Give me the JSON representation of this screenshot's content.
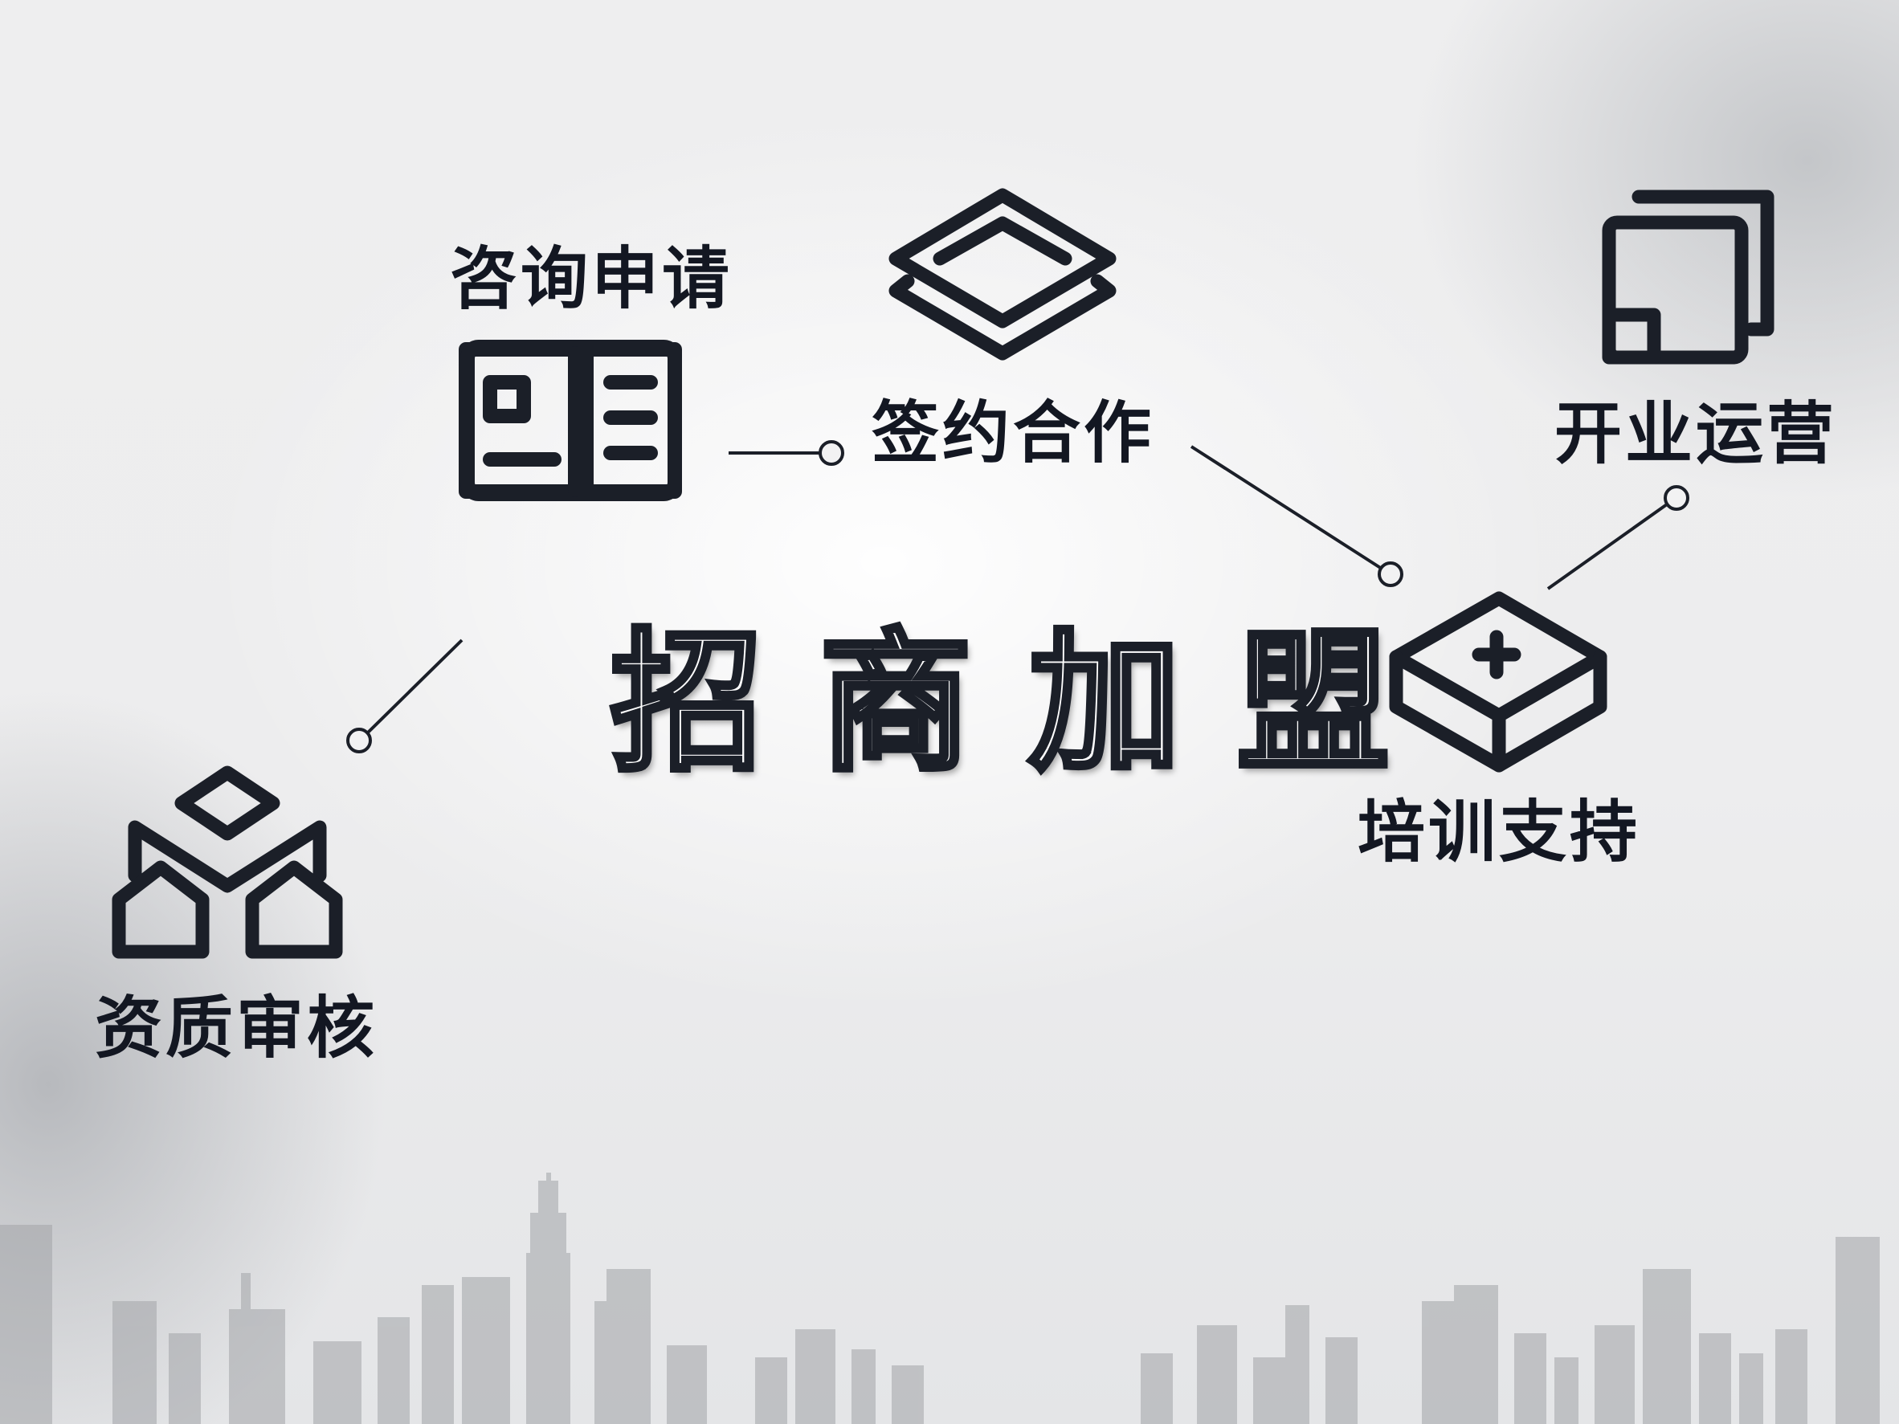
{
  "title": "招商加盟",
  "steps": [
    {
      "id": "consult",
      "label": "咨询申请",
      "icon": "open-book-icon"
    },
    {
      "id": "review",
      "label": "资质审核",
      "icon": "houses-icon"
    },
    {
      "id": "sign",
      "label": "签约合作",
      "icon": "layers-icon"
    },
    {
      "id": "train",
      "label": "培训支持",
      "icon": "plus-box-icon"
    },
    {
      "id": "open",
      "label": "开业运营",
      "icon": "stacked-windows-icon"
    }
  ],
  "colors": {
    "ink": "#1b1f28",
    "skyline": "#9a9ca1"
  }
}
